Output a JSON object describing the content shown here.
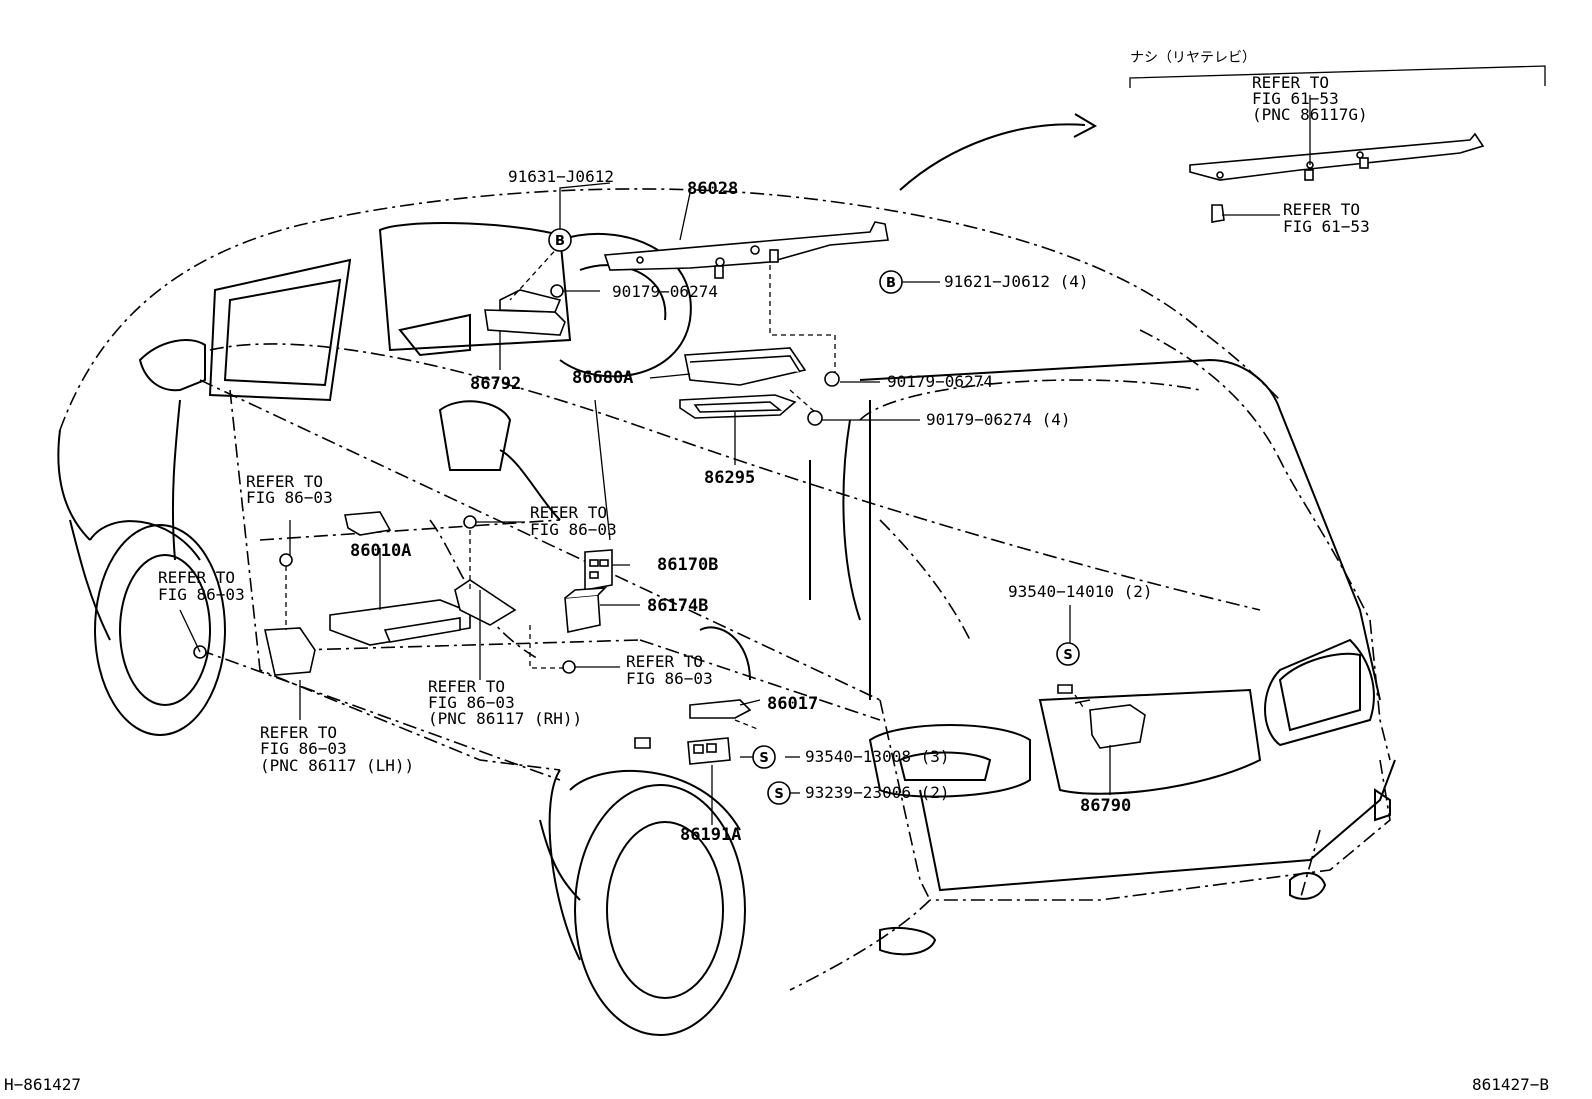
{
  "diagram": {
    "inset_heading": "ナシ（リヤテレビ）",
    "labels": {
      "l_86028": "86028",
      "l_91631": "91631−J0612",
      "l_90179_a": "90179−06274",
      "l_91621": "91621−J0612 (4)",
      "l_86792": "86792",
      "l_86680A": "86680A",
      "l_90179_b": "90179−06274",
      "l_90179_c": "90179−06274 (4)",
      "l_86295": "86295",
      "l_86010A": "86010A",
      "l_86170B": "86170B",
      "l_86174B": "86174B",
      "l_86017": "86017",
      "l_93540_13008": "93540−13008 (3)",
      "l_93239": "93239−23006 (2)",
      "l_86191A": "86191A",
      "l_93540_14010": "93540−14010 (2)",
      "l_86790": "86790"
    },
    "refers": {
      "r1_a": "REFER TO",
      "r1_b": "FIG 86−03",
      "r2_a": "REFER TO",
      "r2_b": "FIG 86−03",
      "r3_a": "REFER TO",
      "r3_b": "FIG 86−03",
      "r4_a": "REFER TO",
      "r4_b": "FIG 86−03",
      "r5_a": "REFER TO",
      "r5_b": "FIG 86−03",
      "r5_c": "(PNC 86117 (RH))",
      "r6_a": "REFER TO",
      "r6_b": "FIG 86−03",
      "r6_c": "(PNC 86117 (LH))",
      "inset_a": "REFER TO",
      "inset_b": "FIG 61−53",
      "inset_c": "(PNC 86117G)",
      "inset2_a": "REFER TO",
      "inset2_b": "FIG 61−53"
    },
    "symbols": {
      "b": "B",
      "s": "S"
    },
    "footer_left": "H−861427",
    "footer_right": "861427−B"
  }
}
